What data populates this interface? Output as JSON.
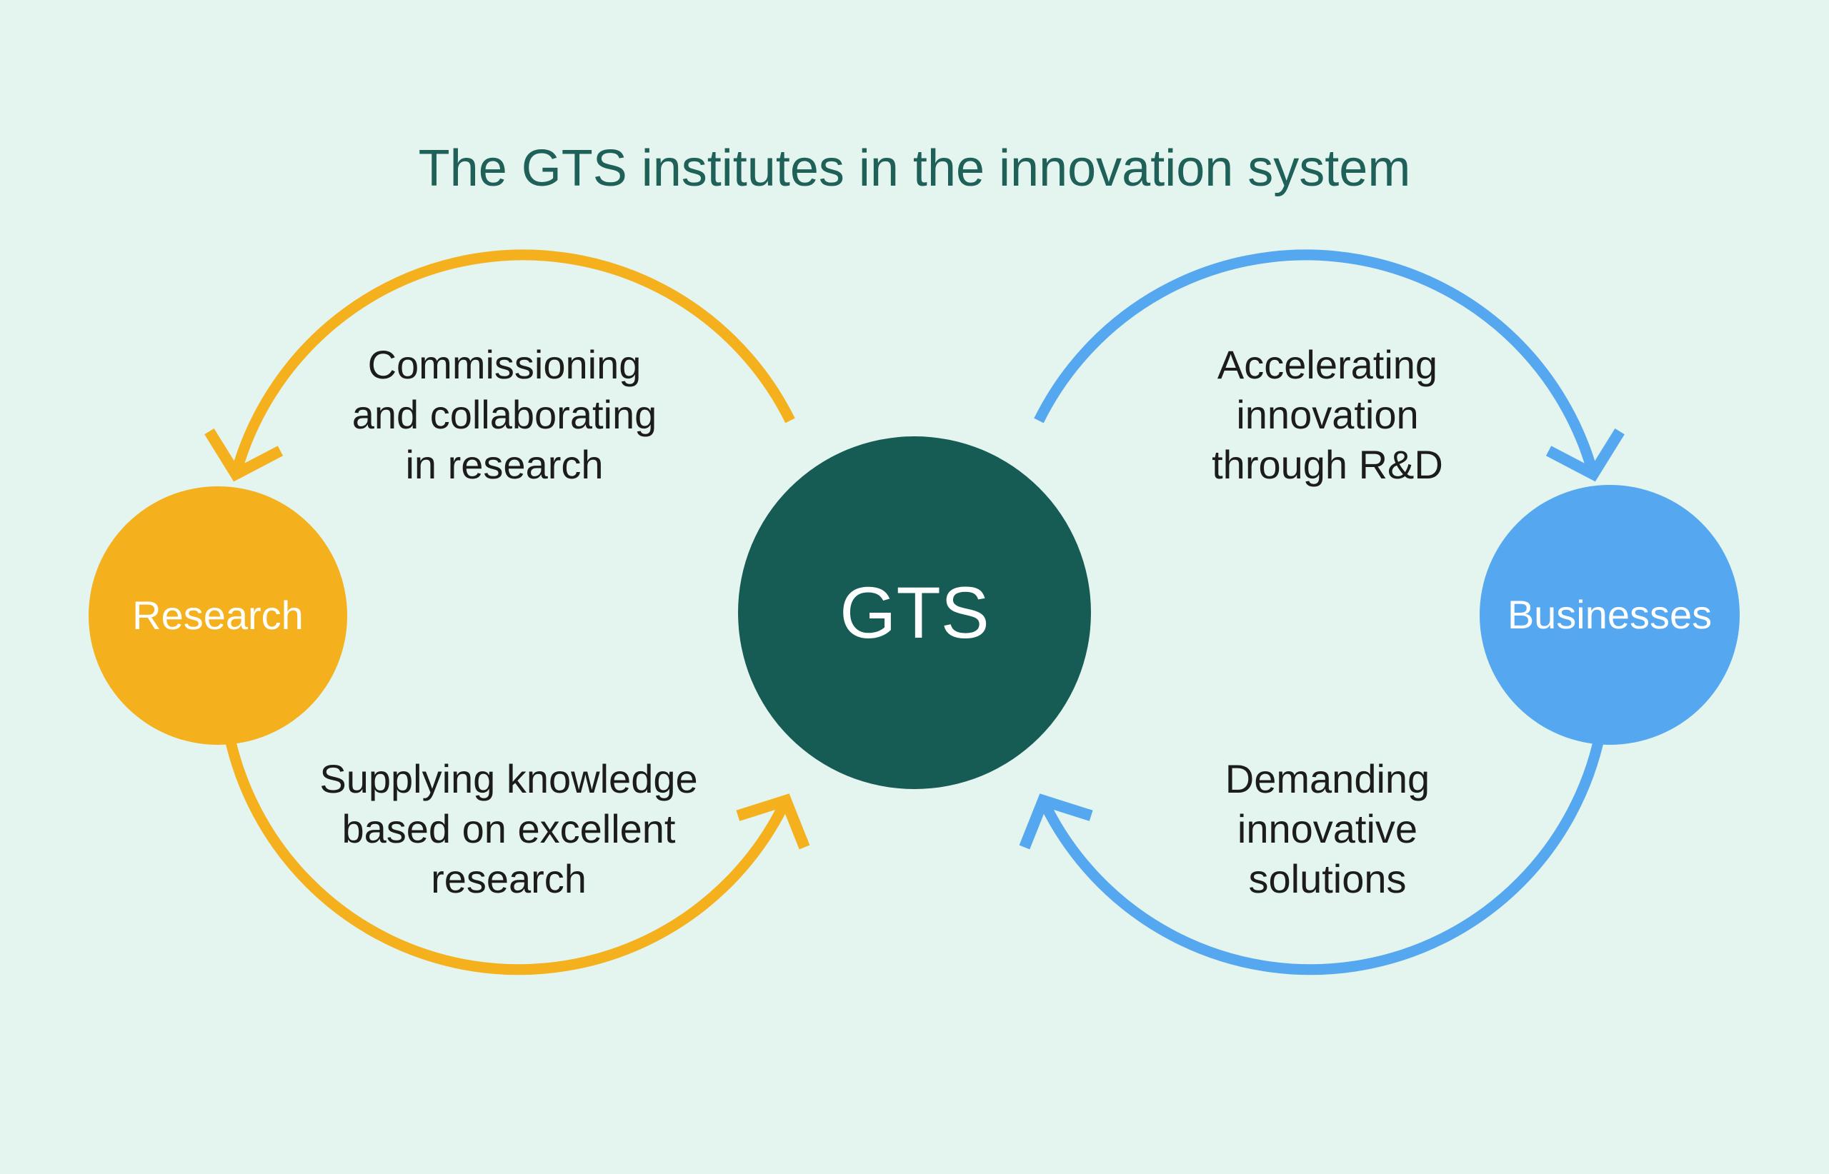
{
  "title": "The GTS institutes in the innovation system",
  "nodes": {
    "research": {
      "label": "Research"
    },
    "gts": {
      "label": "GTS"
    },
    "businesses": {
      "label": "Businesses"
    }
  },
  "flows": {
    "research_top": "Commissioning\nand collaborating\nin research",
    "research_bottom": "Supplying knowledge\nbased on excellent\nresearch",
    "businesses_top": "Accelerating\ninnovation\nthrough R&D",
    "businesses_bottom": "Demanding\ninnovative\nsolutions"
  },
  "colors": {
    "background": "#e3f5ee",
    "yellow": "#f5b01e",
    "blue": "#55a7f0",
    "teal": "#165b54",
    "title-text": "#1f6058",
    "label-text": "#1c1c1a",
    "circle-text": "#ffffff"
  }
}
